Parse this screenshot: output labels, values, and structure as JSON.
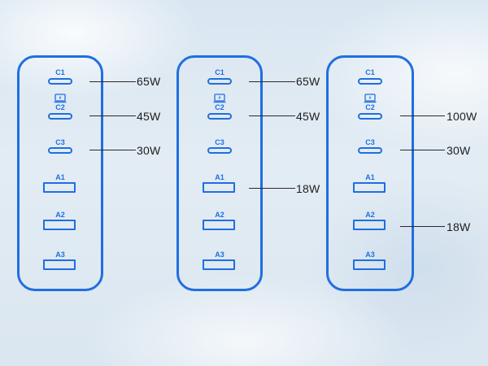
{
  "colors": {
    "accent": "#1f6fe0",
    "text": "#1e1e1e",
    "line": "#2a2a2a"
  },
  "chargers": [
    {
      "ports": {
        "c1": "C1",
        "c2": "C2",
        "c3": "C3",
        "a1": "A1",
        "a2": "A2",
        "a3": "A3"
      },
      "outputs": {
        "c1": "65W",
        "c2": "45W",
        "c3": "30W"
      }
    },
    {
      "ports": {
        "c1": "C1",
        "c2": "C2",
        "c3": "C3",
        "a1": "A1",
        "a2": "A2",
        "a3": "A3"
      },
      "outputs": {
        "c1": "65W",
        "c2": "45W",
        "a1": "18W"
      }
    },
    {
      "ports": {
        "c1": "C1",
        "c2": "C2",
        "c3": "C3",
        "a1": "A1",
        "a2": "A2",
        "a3": "A3"
      },
      "outputs": {
        "c2": "100W",
        "c3": "30W",
        "a2": "18W"
      }
    }
  ],
  "icons": {
    "c2_badge": "laptop-charging-icon"
  }
}
